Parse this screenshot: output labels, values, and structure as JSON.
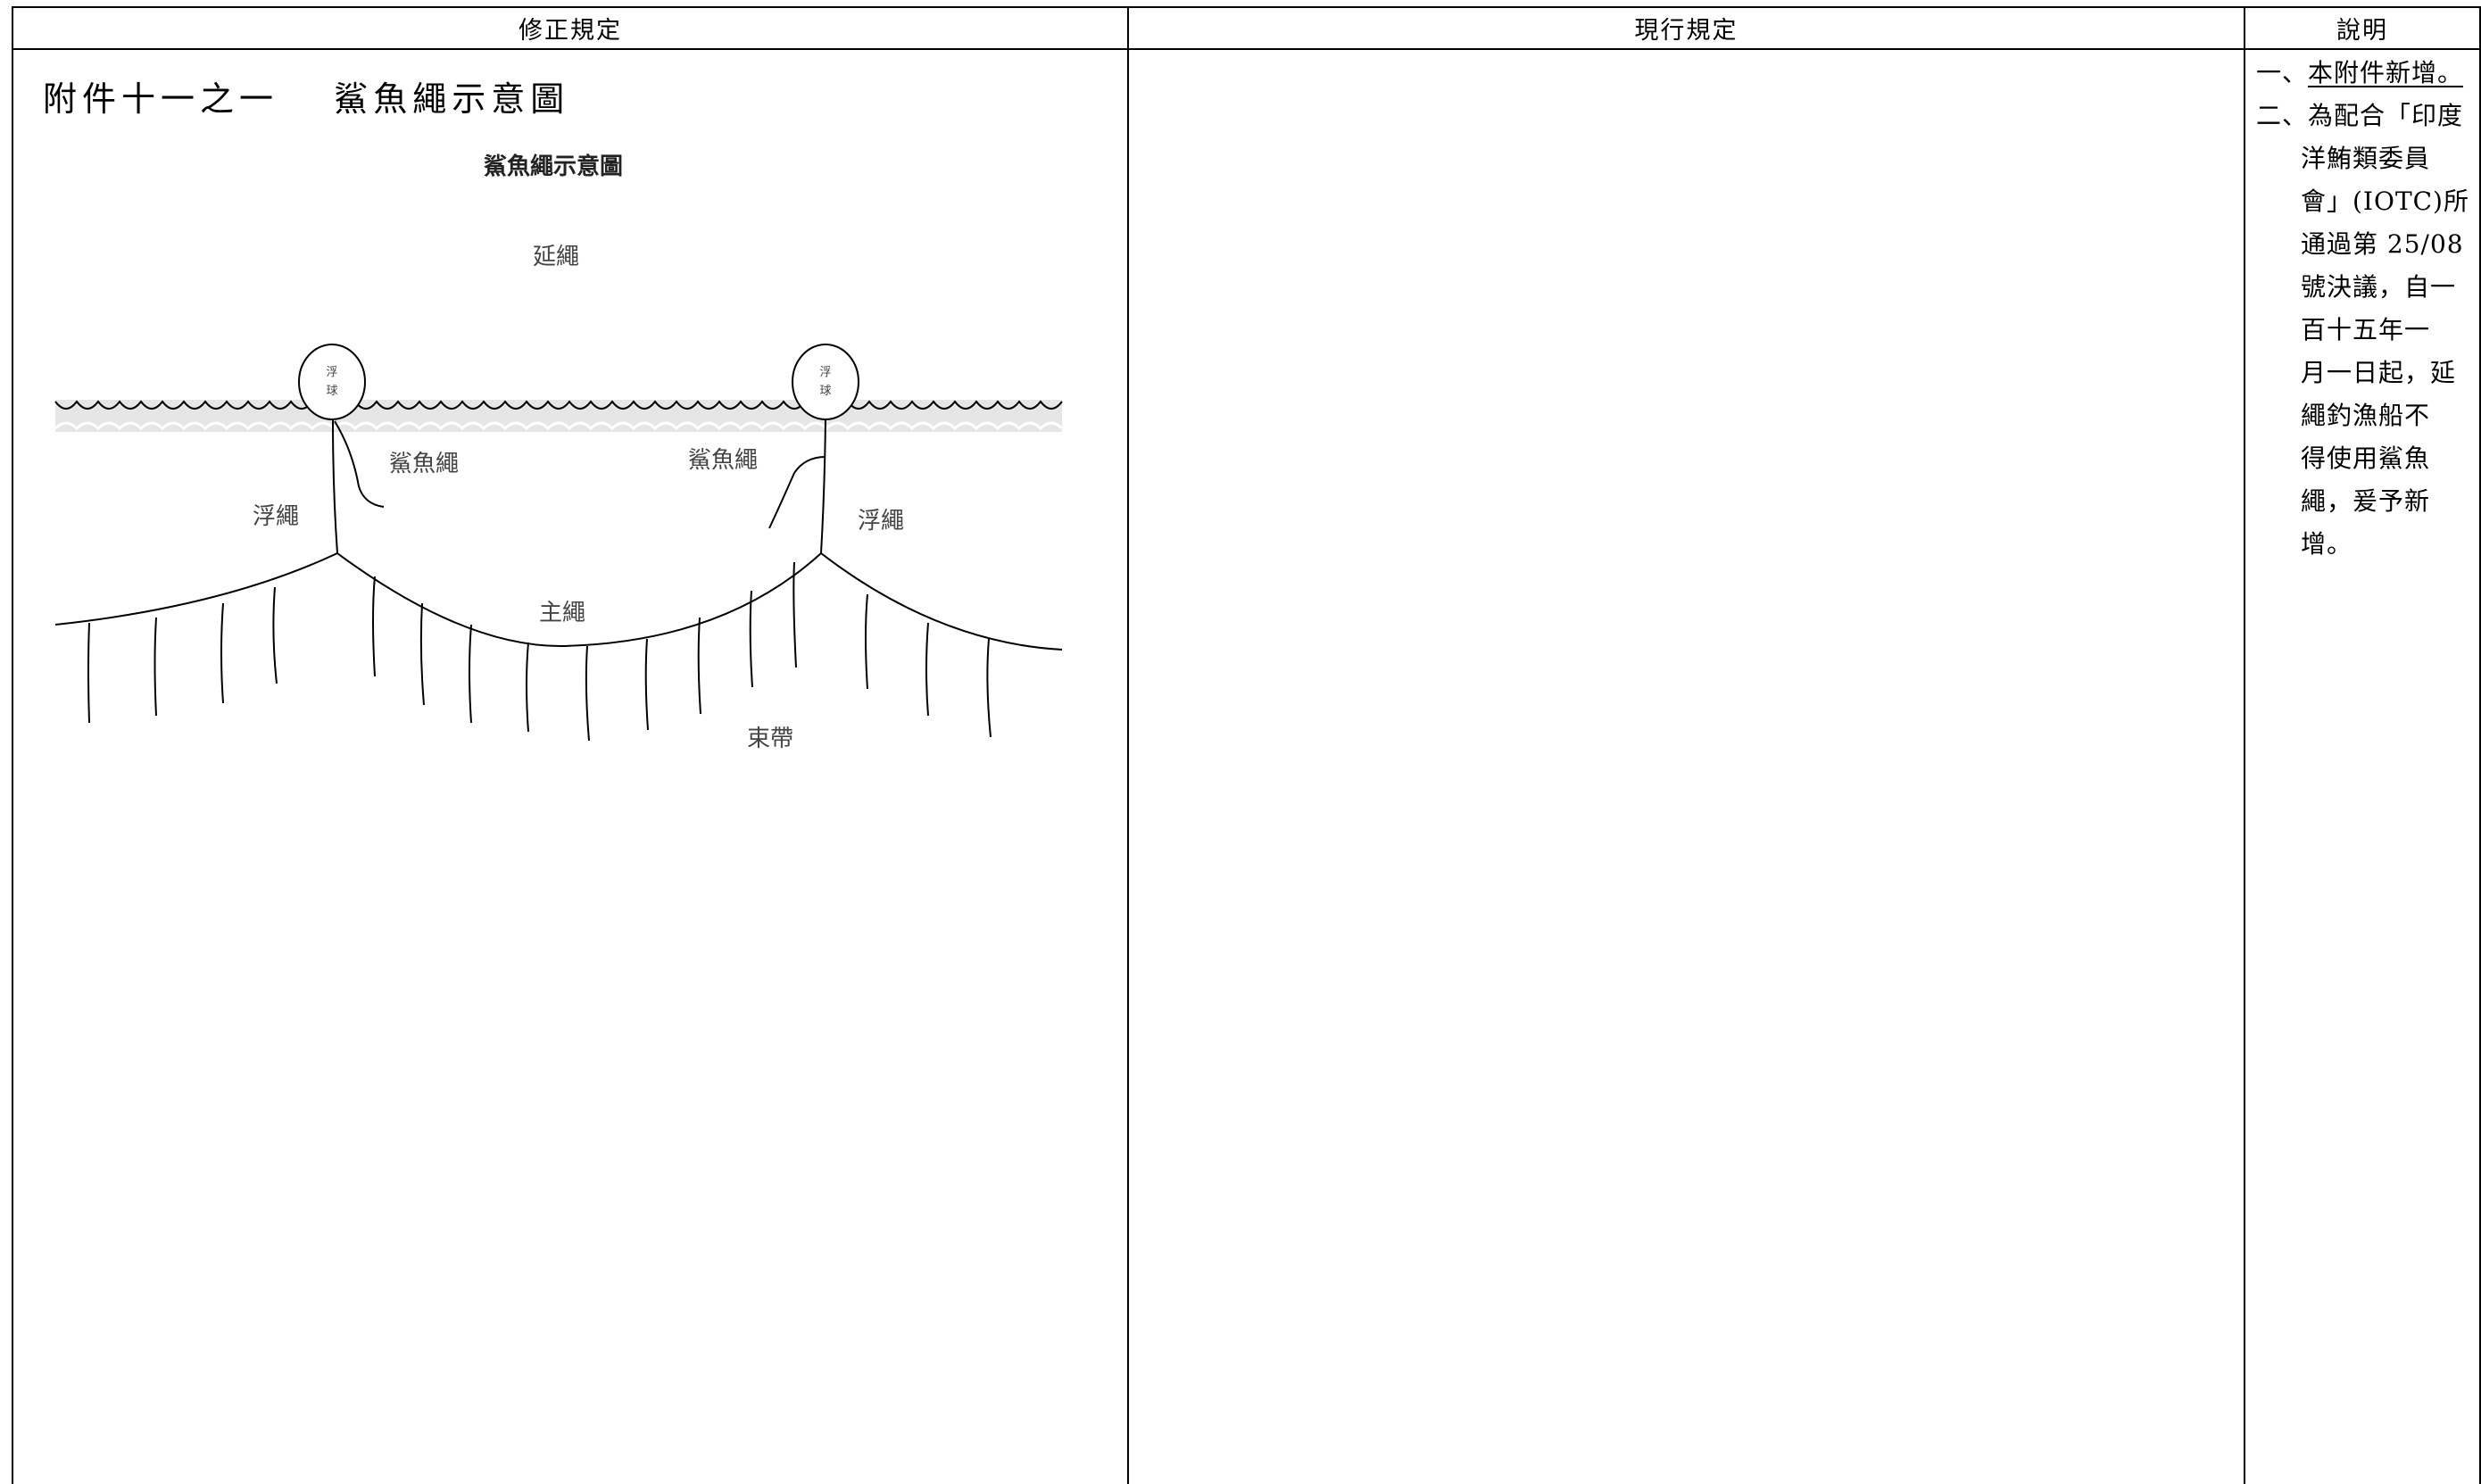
{
  "columns": {
    "amended": "修正規定",
    "current": "現行規定",
    "explanation": "說明"
  },
  "annex": {
    "number": "附件十一之一",
    "name": "鯊魚繩示意圖"
  },
  "diagram": {
    "title": "鯊魚繩示意圖",
    "labels": {
      "longline": "延繩",
      "float_ball": "浮球",
      "float_ball_left_top": "浮",
      "float_ball_left_bottom": "球",
      "shark_line_left": "鯊魚繩",
      "shark_line_right": "鯊魚繩",
      "float_line_left": "浮繩",
      "float_line_right": "浮繩",
      "main_line": "主繩",
      "branch_line": "束帶"
    },
    "colors": {
      "sea": "#e6e6e6",
      "ink": "#000000"
    }
  },
  "explanation": {
    "item1_prefix": "一、",
    "item1_text": "本附件新增。",
    "item2_prefix": "二、",
    "item2_lines": [
      "為配合「印度",
      "洋鮪類委員",
      "會」(IOTC)所",
      "通過第 25/08",
      "號決議，自一",
      "百十五年一",
      "月一日起，延",
      "繩釣漁船不",
      "得使用鯊魚",
      "繩，爰予新",
      "增。"
    ]
  }
}
